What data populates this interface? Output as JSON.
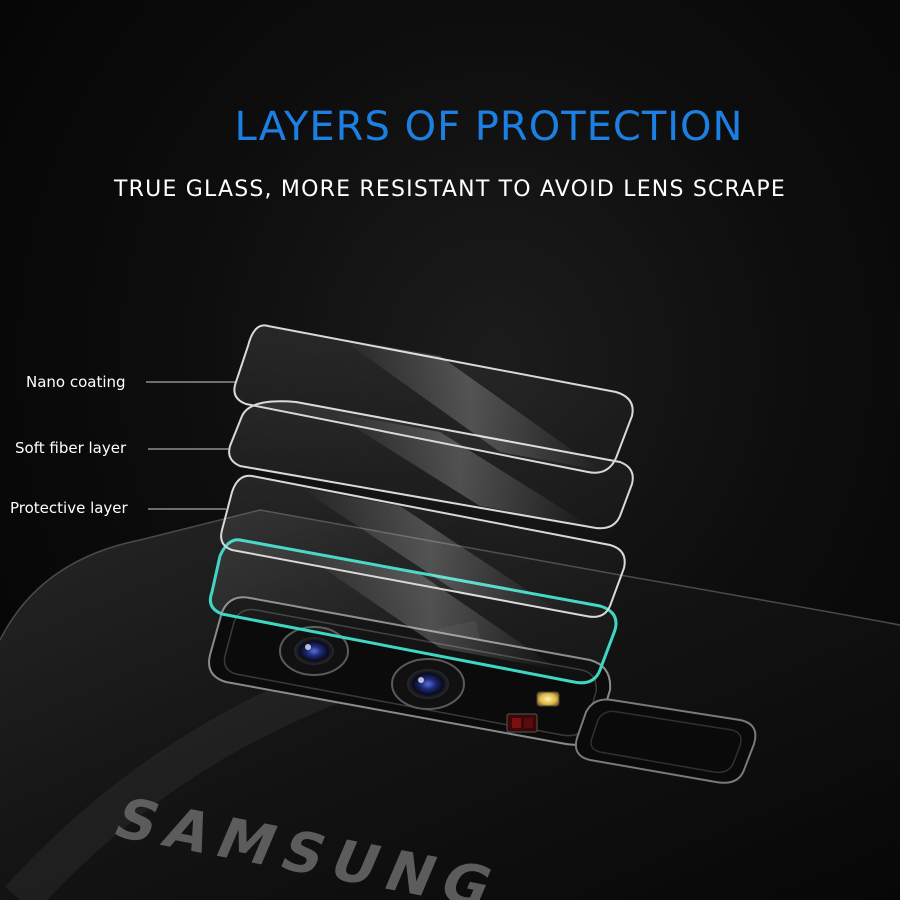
{
  "headline": "LAYERS OF PROTECTION",
  "subheadline": "TRUE GLASS, MORE RESISTANT TO AVOID LENS SCRAPE",
  "layers": [
    {
      "label": "Nano coating"
    },
    {
      "label": "Soft fiber layer"
    },
    {
      "label": "Protective layer"
    }
  ],
  "brand_logo_text": "SAMSUNG",
  "colors": {
    "headline": "#1c7fe2",
    "subheadline": "#ffffff",
    "label": "#ffffff",
    "glass_edge": "#d9d9d9",
    "accent_layer": "#3fd6c4",
    "background": "#050505"
  }
}
